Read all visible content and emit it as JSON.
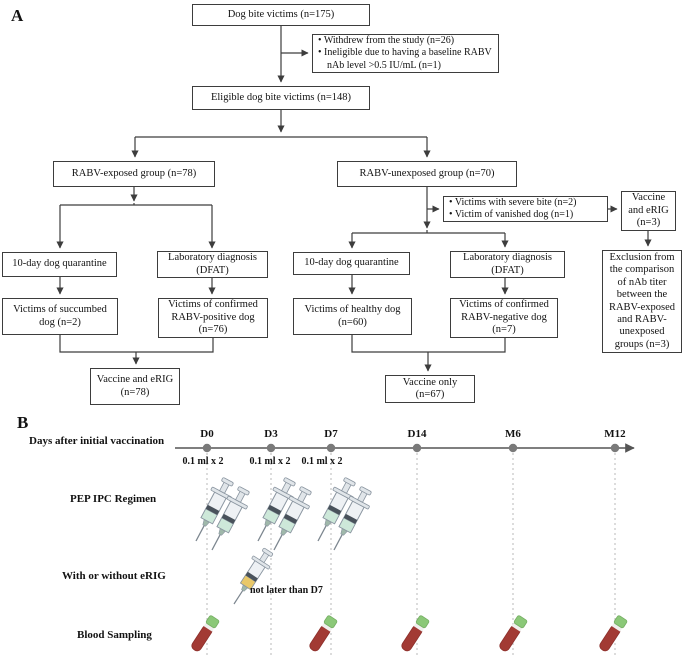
{
  "panel_a": {
    "label": "A",
    "boxes": {
      "dog_bite_victims": "Dog bite victims (n=175)",
      "withdrawn_item1": "• Withdrew from the study (n=26)",
      "withdrawn_item2": "• Ineligible due to having a baseline RABV nAb level >0.5 IU/mL (n=1)",
      "eligible": "Eligible dog bite victims (n=148)",
      "exposed_group": "RABV-exposed group (n=78)",
      "unexposed_group": "RABV-unexposed group (n=70)",
      "excluded_item1": "• Victims with severe bite (n=2)",
      "excluded_item2": "• Victim of vanished dog (n=1)",
      "vaccine_erig_3": "Vaccine and eRIG (n=3)",
      "quarantine_exposed": "10-day dog quarantine",
      "dfat_exposed": "Laboratory diagnosis (DFAT)",
      "quarantine_unexposed": "10-day dog quarantine",
      "dfat_unexposed": "Laboratory diagnosis (DFAT)",
      "exclusion_note": "Exclusion from the comparison of nAb titer between the RABV-exposed and RABV-unexposed groups (n=3)",
      "succumbed": "Victims of succumbed dog (n=2)",
      "rabv_positive": "Victims of confirmed RABV-positive dog (n=76)",
      "healthy": "Victims of healthy dog (n=60)",
      "rabv_negative": "Victims of confirmed RABV-negative dog (n=7)",
      "vaccine_erig_78": "Vaccine and eRIG (n=78)",
      "vaccine_only": "Vaccine only (n=67)"
    }
  },
  "panel_b": {
    "label": "B",
    "row_labels": {
      "timeline": "Days after initial vaccination",
      "pep": "PEP IPC Regimen",
      "erig": "With or without eRIG",
      "blood": "Blood Sampling"
    },
    "timepoints": [
      "D0",
      "D3",
      "D7",
      "D14",
      "M6",
      "M12"
    ],
    "dose_labels": [
      "0.1 ml x 2",
      "0.1 ml x 2",
      "0.1 ml x 2"
    ],
    "erig_note": "not later than D7",
    "colors": {
      "vaccine_fluid": "#cde8d9",
      "erig_fluid": "#e9c869",
      "blood": "#a23a34",
      "tube_cap": "#8bc878"
    }
  }
}
